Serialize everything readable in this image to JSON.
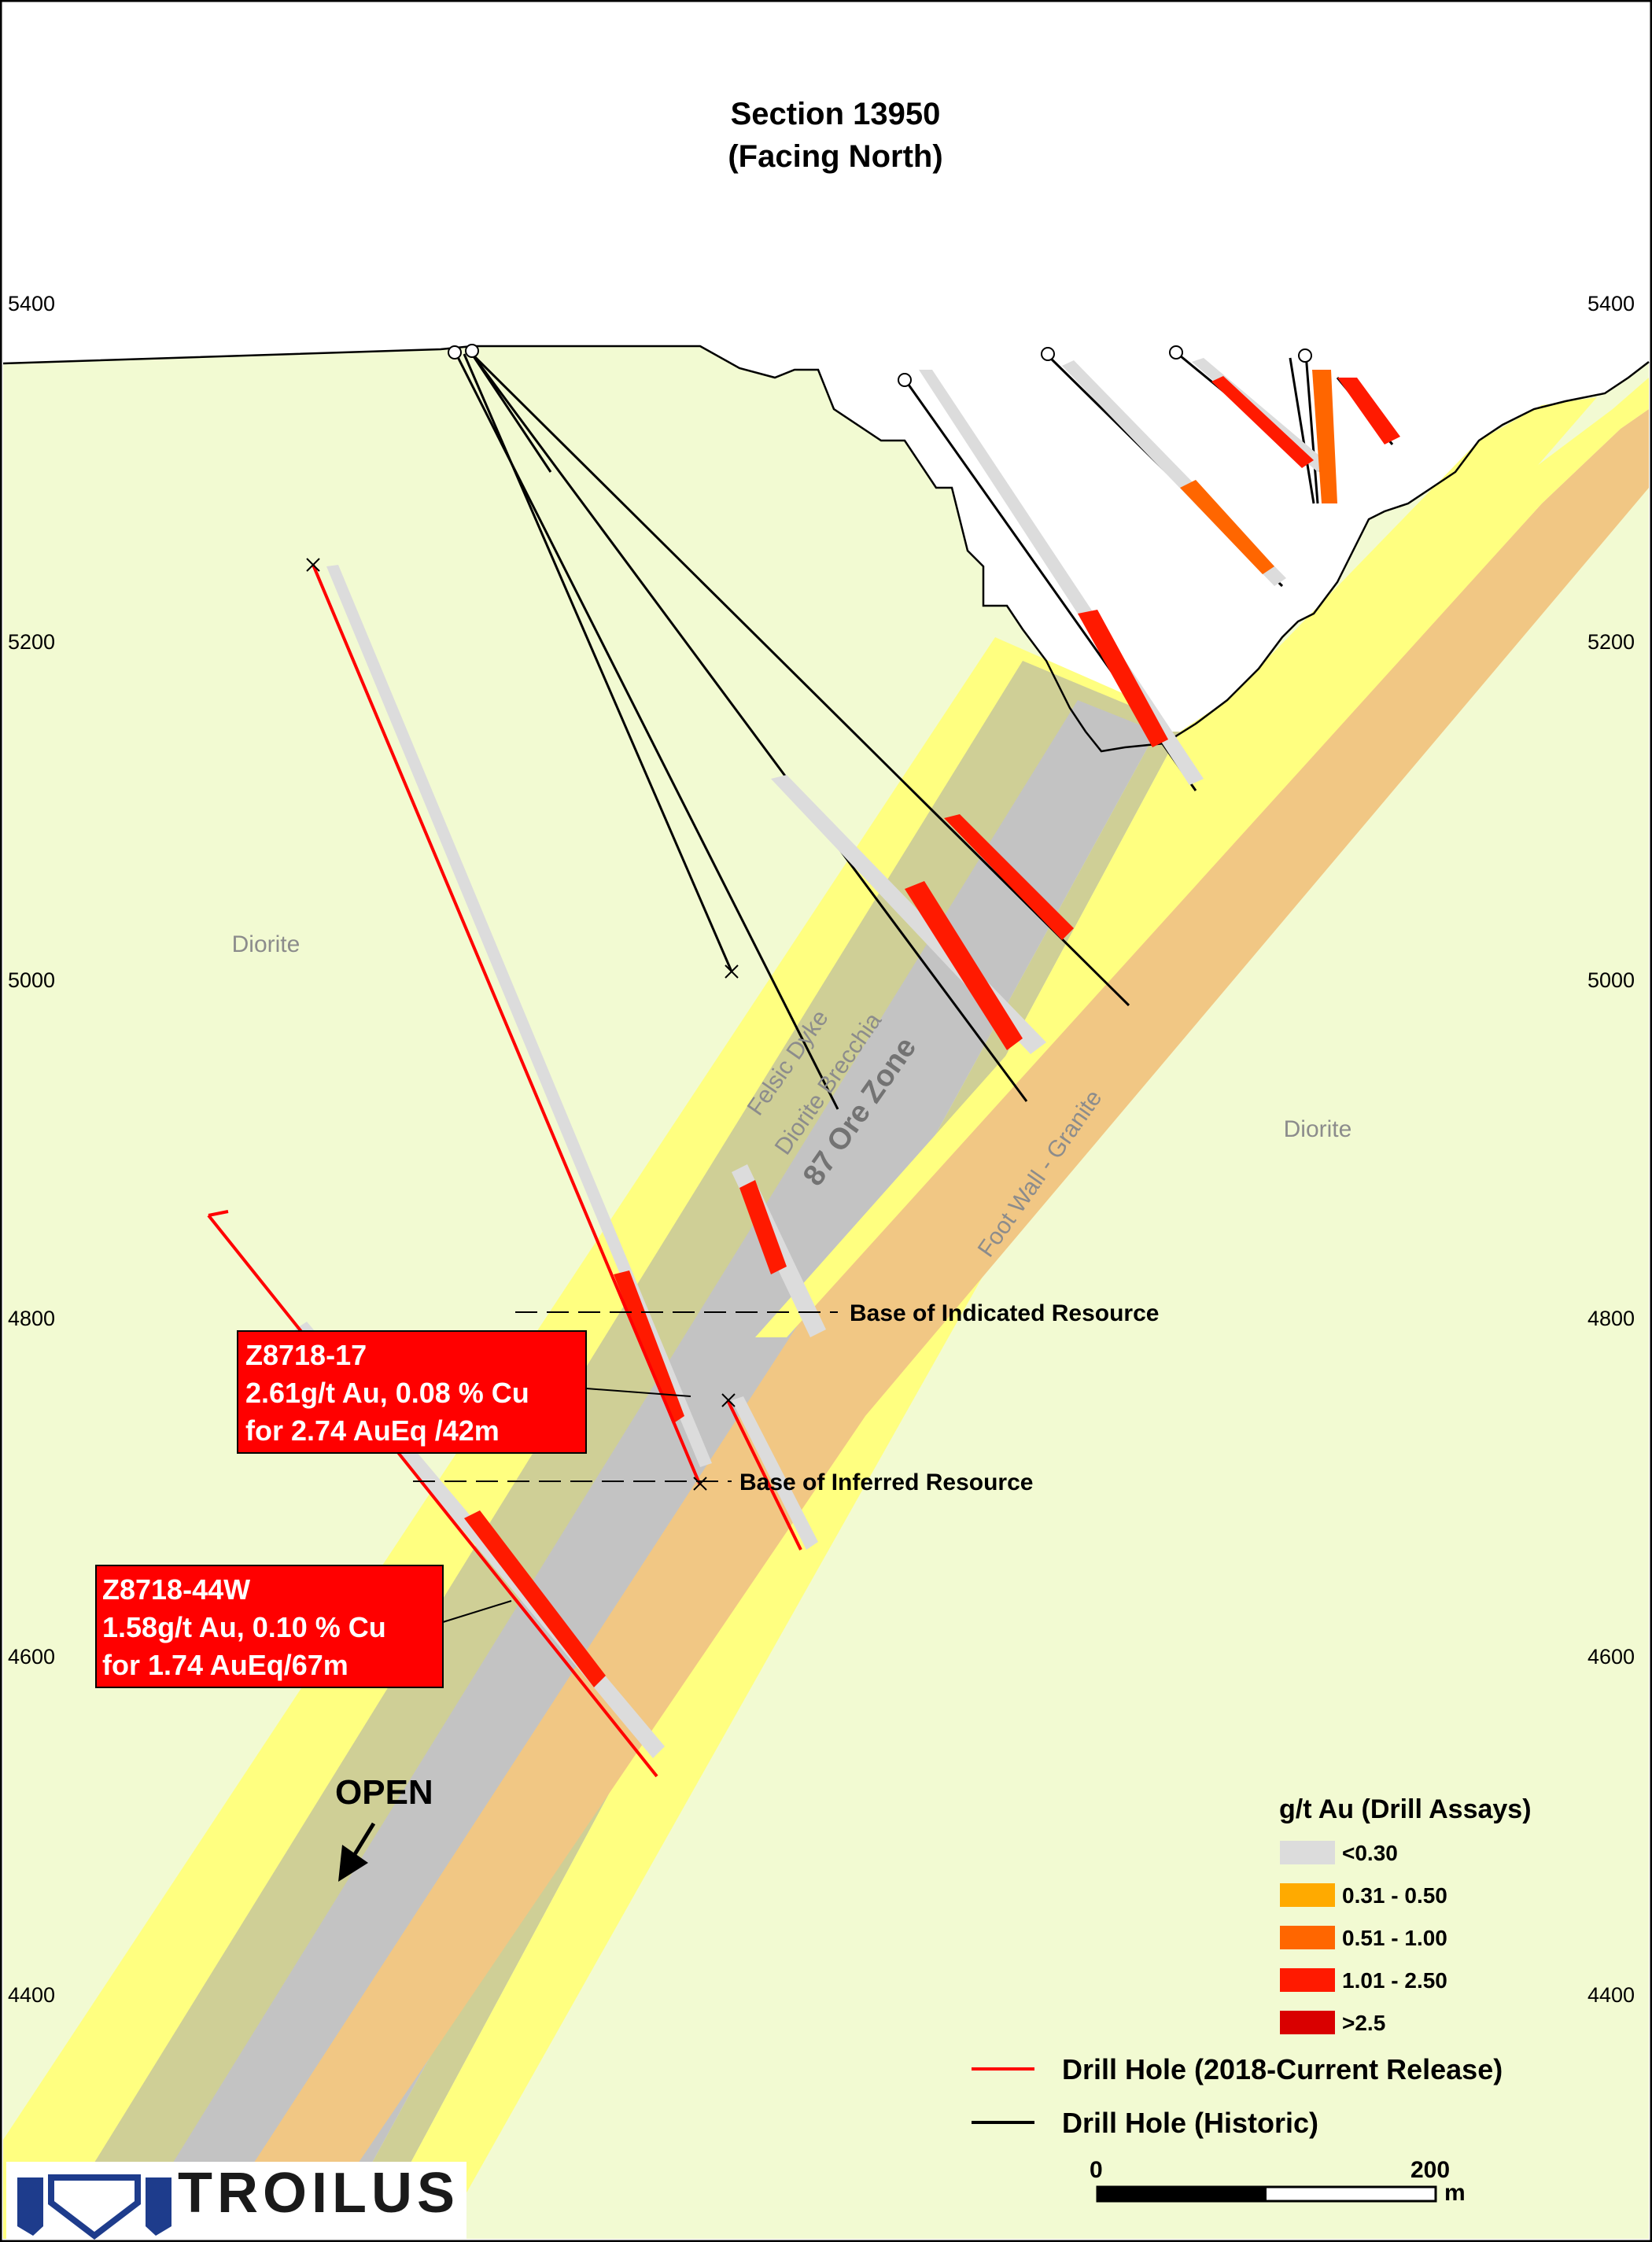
{
  "title": {
    "line1": "Section 13950",
    "line2": "(Facing North)"
  },
  "elevation_labels": [
    "5400",
    "5200",
    "5000",
    "4800",
    "4600",
    "4400"
  ],
  "rock_labels": {
    "diorite_left": "Diorite",
    "diorite_right": "Diorite"
  },
  "zone_labels": {
    "felsic_dyke": "Felsic Dyke",
    "diorite_breccia": "Diorite Brecchia",
    "ore_zone": "87 Ore Zone",
    "foot_wall": "Foot Wall - Granite"
  },
  "resource_lines": {
    "indicated": "Base of Indicated Resource",
    "inferred": "Base of Inferred Resource"
  },
  "callouts": [
    {
      "id": "Z8718-17",
      "line2": "2.61g/t Au, 0.08 % Cu",
      "line3": "for 2.74 AuEq /42m"
    },
    {
      "id": "Z8718-44W",
      "line2": "1.58g/t Au, 0.10 % Cu",
      "line3": "for 1.74 AuEq/67m"
    }
  ],
  "open_label": "OPEN",
  "legend": {
    "title": "g/t Au (Drill Assays)",
    "items": [
      {
        "label": "<0.30",
        "color": "#dcdcdc"
      },
      {
        "label": "0.31 - 0.50",
        "color": "#ffaa00"
      },
      {
        "label": "0.51 - 1.00",
        "color": "#ff6600"
      },
      {
        "label": "1.01 - 2.50",
        "color": "#ff1a00"
      },
      {
        "label": ">2.5",
        "color": "#d90000"
      }
    ],
    "lines": [
      {
        "label": "Drill Hole (2018-Current Release)",
        "color": "#ff0000"
      },
      {
        "label": "Drill Hole (Historic)",
        "color": "#000000"
      }
    ]
  },
  "scale": {
    "start": "0",
    "end": "200",
    "unit": "m"
  },
  "logo": {
    "text": "TROILUS"
  },
  "colors": {
    "background_rock": "#f2fad2",
    "felsic_dyke": "#ffff80",
    "diorite_breccia": "#cfcf96",
    "ore_zone": "#c3c3c3",
    "foot_wall": "#f1c784",
    "callout_fill": "#ff0000"
  }
}
